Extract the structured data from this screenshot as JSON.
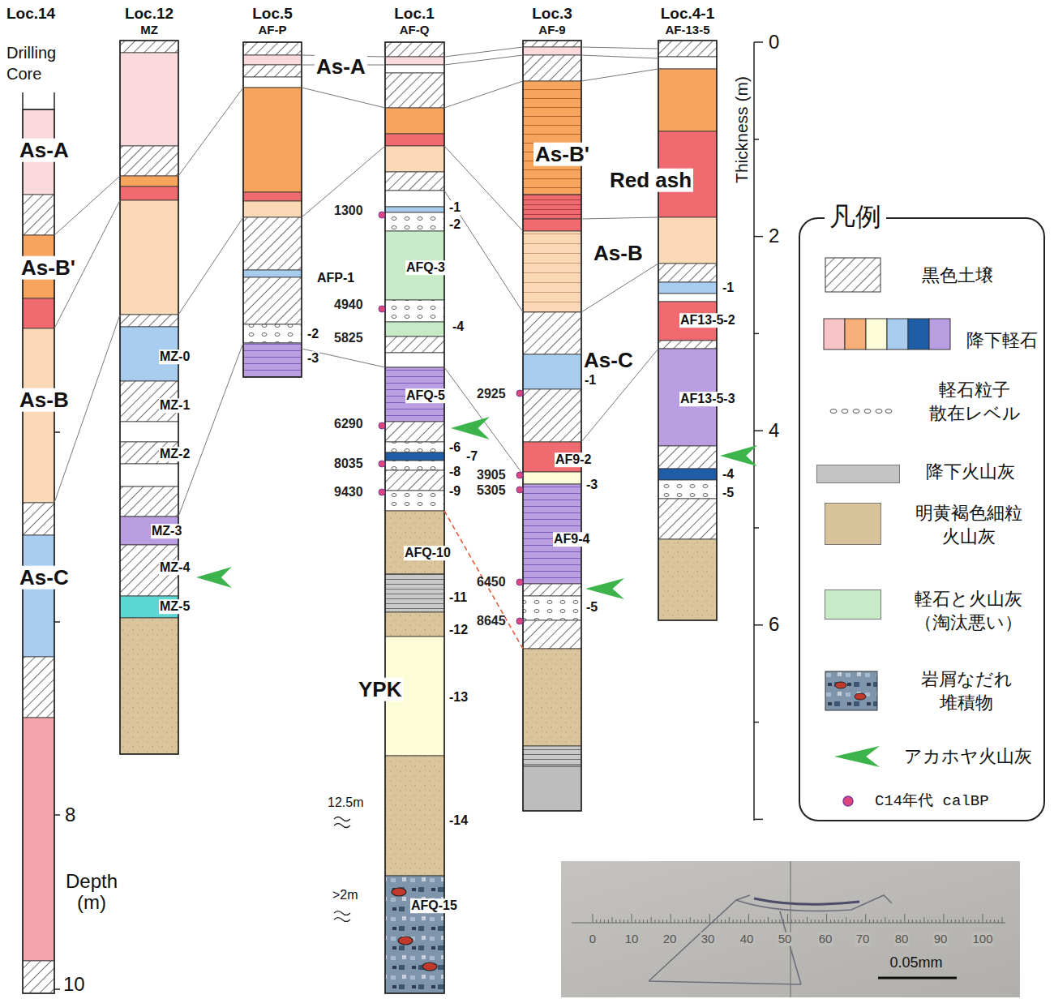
{
  "diagram": {
    "nodes": [
      {
        "text": [
          "Loc.14",
          "Drilling Core"
        ]
      },
      {
        "text": [
          "Loc.12",
          "MZ"
        ]
      },
      {
        "text": [
          "Loc.5",
          "AF-P"
        ]
      },
      {
        "text": [
          "Loc.1",
          "AF-Q"
        ]
      },
      {
        "text": [
          "Loc.3",
          "AF-9"
        ]
      },
      {
        "text": [
          "Loc.4-1",
          "AF-13-5"
        ]
      },
      {
        "text": [
          "凡例"
        ]
      }
    ],
    "labels": [
      "As-A",
      "As-B'",
      "As-B",
      "As-C",
      "8",
      "Depth (m)",
      "10",
      "MZ-0",
      "MZ-1",
      "MZ-2",
      "MZ-3",
      "MZ-4",
      "MZ-5",
      "As-A",
      "AFP-1",
      "-2",
      "-3",
      "1300",
      "-1",
      "-2",
      "AFQ-3",
      "4940",
      "-4",
      "5825",
      "AFQ-5",
      "6290",
      "-6",
      "8035",
      "-7",
      "-8",
      "9430",
      "-9",
      "AFQ-10",
      "-11",
      "-12",
      "YPK",
      "-13",
      "12.5m",
      "-14",
      ">2m",
      "AFQ-15",
      "As-B'",
      "As-B",
      "As-C",
      "-1",
      "2925",
      "AF9-2",
      "3905",
      "-3",
      "5305",
      "AF9-4",
      "6450",
      "-5",
      "8645",
      "Red ash",
      "-1",
      "AF13-5-2",
      "AF13-5-3",
      "-4",
      "-5",
      "Thickness (m)",
      "0",
      "2",
      "4",
      "6",
      "0",
      "10",
      "20",
      "30",
      "40",
      "50",
      "60",
      "70",
      "80",
      "90",
      "100",
      "0.05mm"
    ],
    "legend": [
      {
        "text": "黒色土壌"
      },
      {
        "text": "降下軽石"
      },
      {
        "text": "軽石粒子 散在レベル"
      },
      {
        "text": "降下火山灰",
        "color": "#c4c4c4"
      },
      {
        "text": "明黄褐色細粒 火山灰",
        "color": "#d9c39b"
      },
      {
        "text": "軽石と火山灰 （淘汰悪い）",
        "color": "#c7ebc7"
      },
      {
        "text": "岩屑なだれ 堆積物"
      },
      {
        "text": "アカホヤ火山灰"
      },
      {
        "text": "C14年代 calBP"
      }
    ]
  }
}
